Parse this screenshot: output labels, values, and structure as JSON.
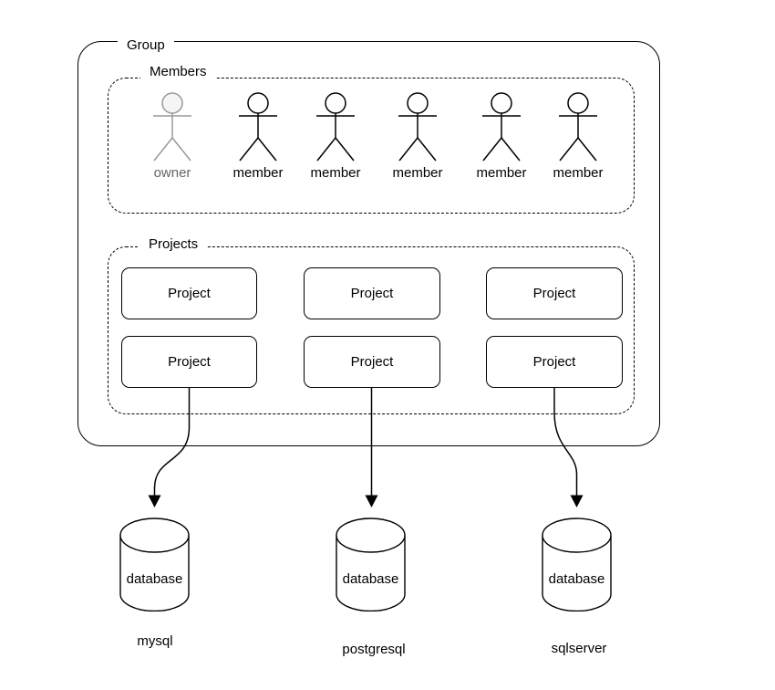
{
  "group": {
    "label": "Group"
  },
  "members": {
    "label": "Members",
    "actors": [
      {
        "role": "owner"
      },
      {
        "role": "member"
      },
      {
        "role": "member"
      },
      {
        "role": "member"
      },
      {
        "role": "member"
      },
      {
        "role": "member"
      }
    ]
  },
  "projects": {
    "label": "Projects",
    "items": [
      {
        "label": "Project"
      },
      {
        "label": "Project"
      },
      {
        "label": "Project"
      },
      {
        "label": "Project"
      },
      {
        "label": "Project"
      },
      {
        "label": "Project"
      }
    ]
  },
  "databases": [
    {
      "label": "database",
      "name": "mysql"
    },
    {
      "label": "database",
      "name": "postgresql"
    },
    {
      "label": "database",
      "name": "sqlserver"
    }
  ],
  "colors": {
    "stroke": "#000000",
    "owner_stroke": "#999999",
    "owner_head_fill": "#f5f5f5",
    "owner_text": "#666666",
    "background": "#ffffff"
  }
}
